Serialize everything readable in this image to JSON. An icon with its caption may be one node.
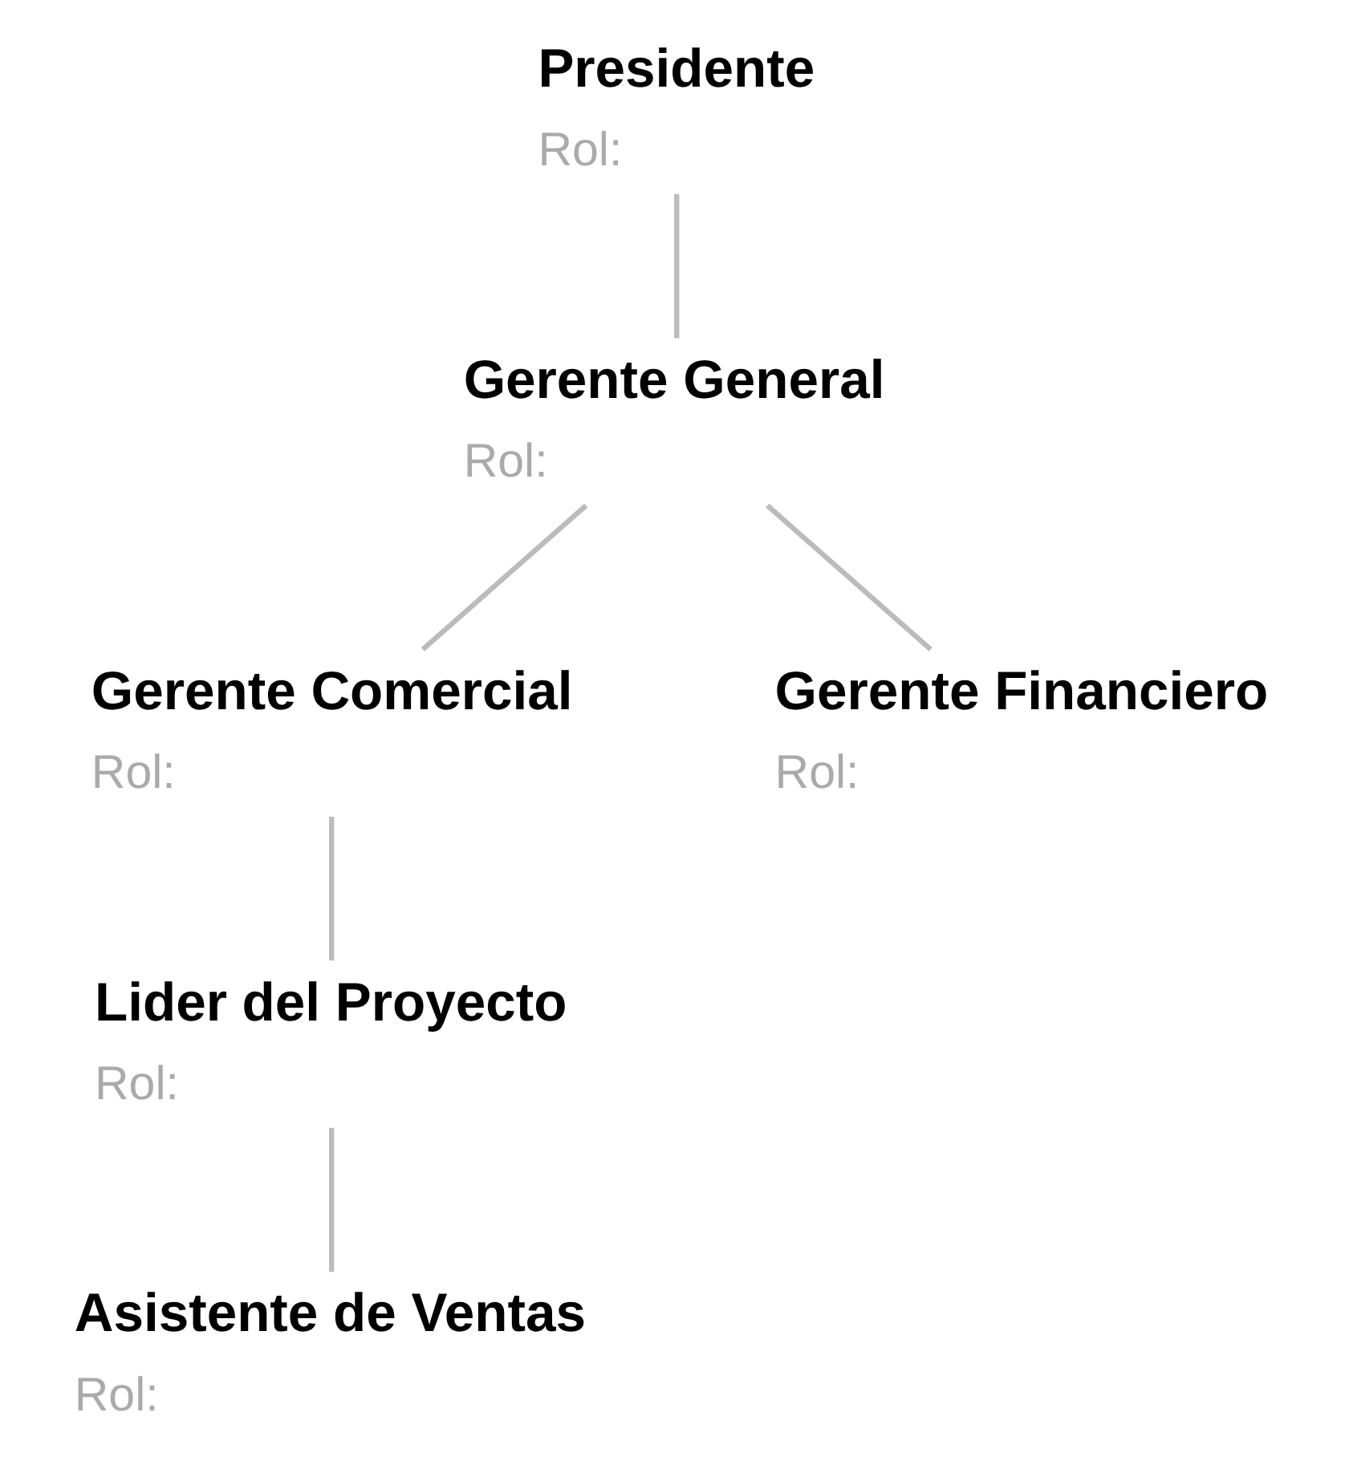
{
  "diagram": {
    "nodes": [
      {
        "text": [
          "Presidente",
          "Rol:"
        ]
      },
      {
        "text": [
          "Gerente General",
          "Rol:"
        ]
      },
      {
        "text": [
          "Gerente Comercial",
          "Rol:"
        ]
      },
      {
        "text": [
          "Gerente Financiero",
          "Rol:"
        ]
      },
      {
        "text": [
          "Lider del Proyecto",
          "Rol:"
        ]
      },
      {
        "text": [
          "Asistente de Ventas",
          "Rol:"
        ]
      }
    ],
    "edges": [
      {
        "from": 0,
        "to": 1,
        "arrow": "none"
      },
      {
        "from": 1,
        "to": 2,
        "arrow": "none"
      },
      {
        "from": 1,
        "to": 3,
        "arrow": "none"
      },
      {
        "from": 2,
        "to": 4,
        "arrow": "none"
      },
      {
        "from": 4,
        "to": 5,
        "arrow": "none"
      }
    ]
  }
}
